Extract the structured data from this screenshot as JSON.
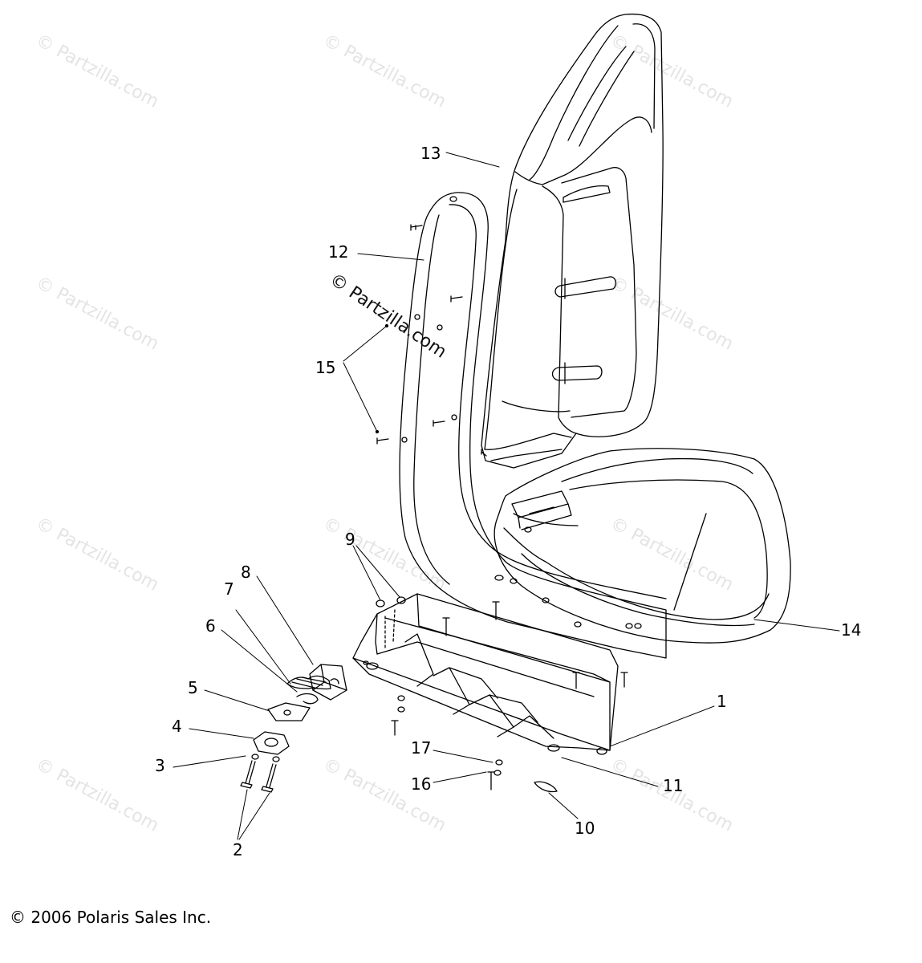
{
  "watermark": "© Partzilla.com",
  "watermark_center": "© Partzilla.com",
  "copyright": "© 2006 Polaris Sales Inc.",
  "callouts": {
    "c1": "1",
    "c2": "2",
    "c3": "3",
    "c4": "4",
    "c5": "5",
    "c6": "6",
    "c7": "7",
    "c8": "8",
    "c9": "9",
    "c10": "10",
    "c11": "11",
    "c12": "12",
    "c13": "13",
    "c14": "14",
    "c15": "15",
    "c16": "16",
    "c17": "17"
  }
}
